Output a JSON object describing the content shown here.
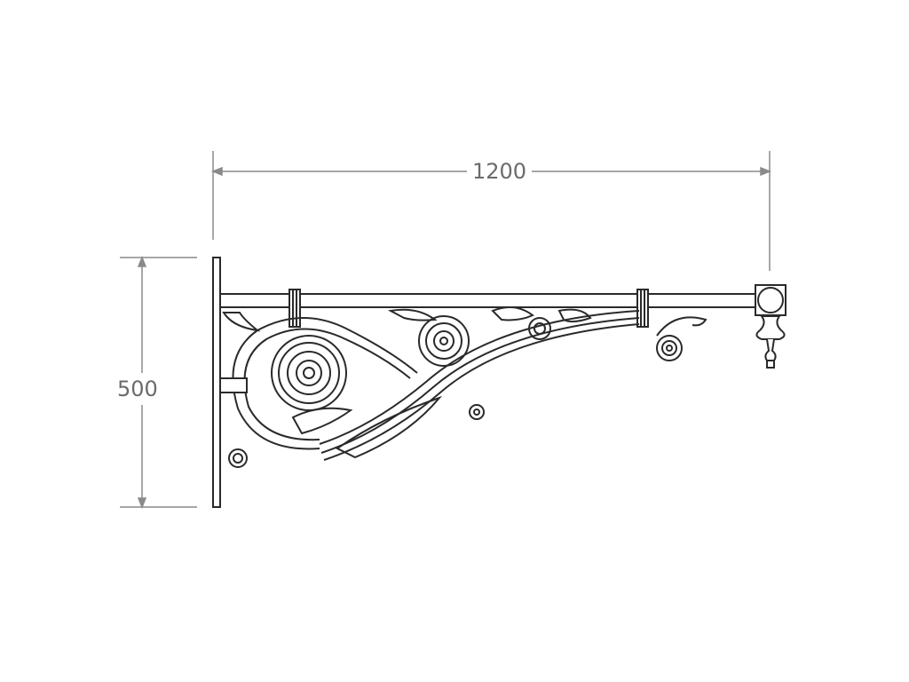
{
  "drawing": {
    "subject": "ornamental wall bracket",
    "dimensions": {
      "width_label": "1200",
      "height_label": "500"
    },
    "colors": {
      "line": "#2a2a2a",
      "dimension": "#8a8a8a",
      "dimension_text": "#6b6b6b",
      "background": "#ffffff"
    }
  }
}
